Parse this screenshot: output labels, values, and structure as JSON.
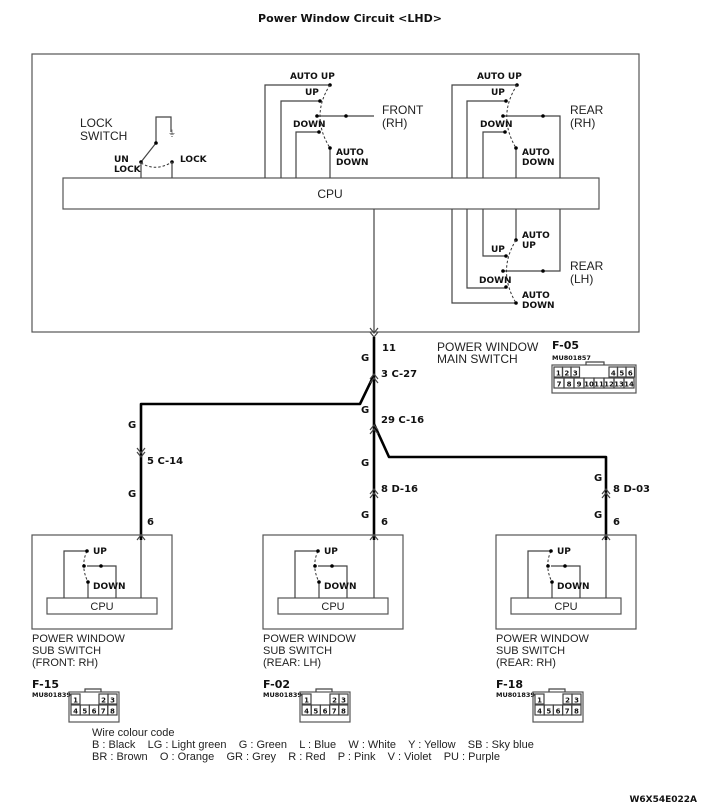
{
  "title": "Power Window Circuit <LHD>",
  "main_switch": {
    "label_line1": "POWER WINDOW",
    "label_line2": "MAIN SWITCH",
    "cpu": "CPU",
    "lock_switch": {
      "line1": "LOCK",
      "line2": "SWITCH",
      "unlock1": "UN",
      "unlock2": "LOCK",
      "lock": "LOCK"
    },
    "front_rh": {
      "line1": "FRONT",
      "line2": "(RH)",
      "auto_up": "AUTO UP",
      "up": "UP",
      "down": "DOWN",
      "auto_down1": "AUTO",
      "auto_down2": "DOWN"
    },
    "rear_rh": {
      "line1": "REAR",
      "line2": "(RH)",
      "auto_up": "AUTO UP",
      "up": "UP",
      "down": "DOWN",
      "auto_down1": "AUTO",
      "auto_down2": "DOWN"
    },
    "rear_lh": {
      "line1": "REAR",
      "line2": "(LH)",
      "auto_up1": "AUTO",
      "auto_up2": "UP",
      "up": "UP",
      "down": "DOWN",
      "auto_down1": "AUTO",
      "auto_down2": "DOWN"
    },
    "connector": {
      "id": "F-05",
      "part": "MU801857",
      "pins_top": [
        "1",
        "2",
        "3",
        "4",
        "5",
        "6"
      ],
      "pins_bottom": [
        "7",
        "8",
        "9",
        "10",
        "11",
        "12",
        "13",
        "14"
      ]
    }
  },
  "wiring": {
    "pin_main": "11",
    "pin_c27": "3  C-27",
    "pin_c16": "29  C-16",
    "pin_c14": "5  C-14",
    "pin_d16": "8  D-16",
    "pin_d03": "8  D-03",
    "pin_sub": "6",
    "wire_color": "G"
  },
  "sub_switches": [
    {
      "line1": "POWER WINDOW",
      "line2": "SUB SWITCH",
      "line3": "(FRONT: RH)",
      "cpu": "CPU",
      "up": "UP",
      "down": "DOWN",
      "connector": "F-15",
      "part": "MU801839"
    },
    {
      "line1": "POWER WINDOW",
      "line2": "SUB SWITCH",
      "line3": "(REAR: LH)",
      "cpu": "CPU",
      "up": "UP",
      "down": "DOWN",
      "connector": "F-02",
      "part": "MU801839"
    },
    {
      "line1": "POWER WINDOW",
      "line2": "SUB SWITCH",
      "line3": "(REAR: RH)",
      "cpu": "CPU",
      "up": "UP",
      "down": "DOWN",
      "connector": "F-18",
      "part": "MU801839"
    }
  ],
  "sub_connector_pins": {
    "top": [
      "1",
      "2",
      "3"
    ],
    "bottom": [
      "4",
      "5",
      "6",
      "7",
      "8"
    ]
  },
  "legend": {
    "title": "Wire colour code",
    "row1": "B : Black    LG : Light green    G : Green    L : Blue    W : White    Y : Yellow    SB : Sky blue",
    "row2": "BR : Brown    O : Orange    GR : Grey    R : Red    P : Pink    V : Violet    PU : Purple"
  },
  "figure_code": "W6X54E022A"
}
